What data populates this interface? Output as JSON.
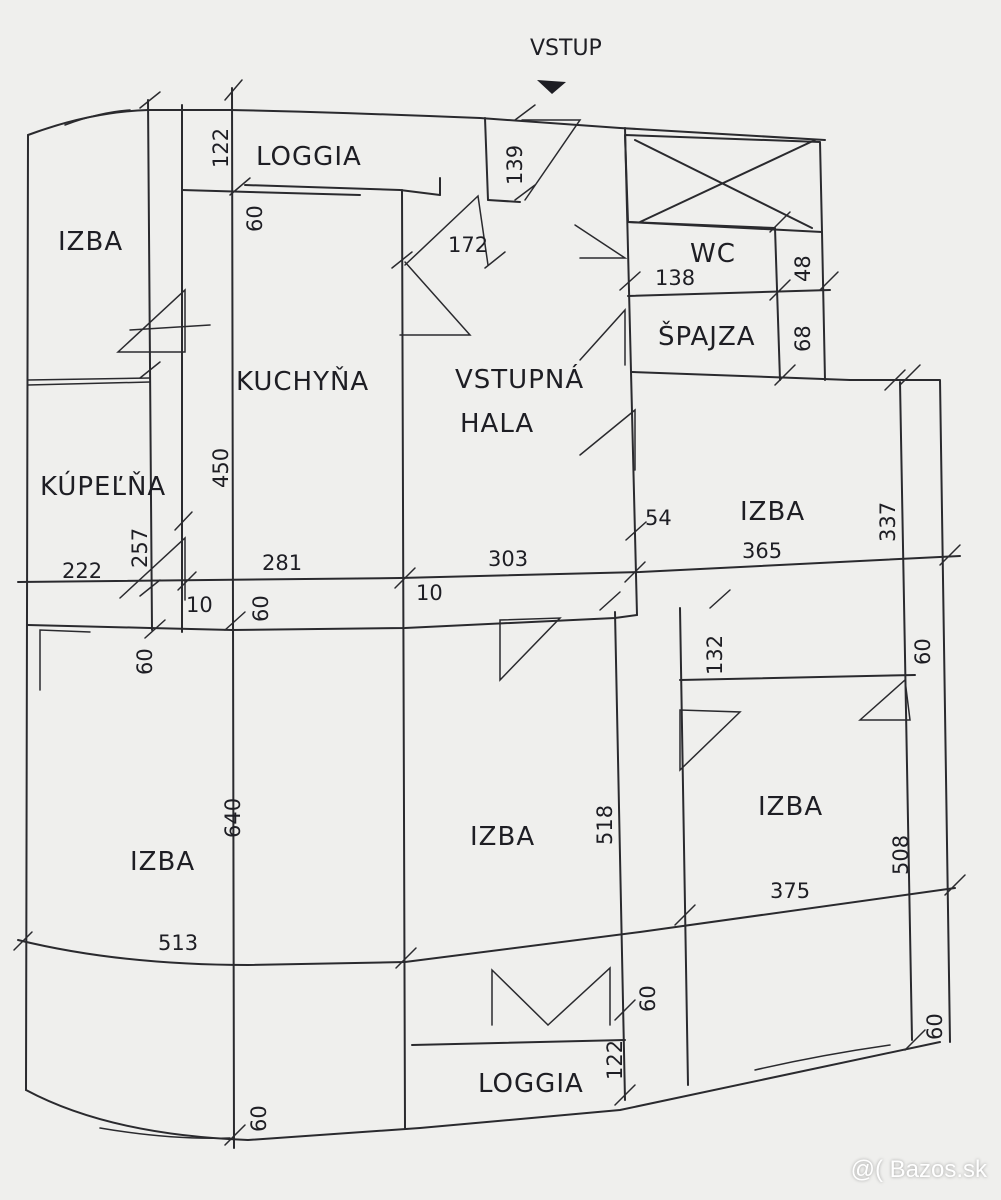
{
  "plan": {
    "entrance": "VSTUP",
    "rooms": {
      "loggia_top": "LOGGIA",
      "izba_top_left": "IZBA",
      "kuchyna": "KUCHYŇA",
      "vstupna_hala_line1": "VSTUPNÁ",
      "vstupna_hala_line2": "HALA",
      "wc": "WC",
      "spajza": "ŠPAJZA",
      "kupelna": "KÚPEĽŇA",
      "izba_right_mid": "IZBA",
      "izba_bottom_left": "IZBA",
      "izba_bottom_center": "IZBA",
      "izba_bottom_right": "IZBA",
      "loggia_bottom": "LOGGIA"
    },
    "dimensions": {
      "d122_top": "122",
      "d60_top": "60",
      "d139": "139",
      "d172": "172",
      "d138": "138",
      "d48": "48",
      "d68": "68",
      "d450": "450",
      "d257": "257",
      "d222": "222",
      "d281": "281",
      "d303": "303",
      "d365": "365",
      "d337": "337",
      "d54": "54",
      "d10_left": "10",
      "d60_mid": "60",
      "d10_mid": "10",
      "d60_left": "60",
      "d132": "132",
      "d60_right": "60",
      "d640": "640",
      "d518": "518",
      "d508": "508",
      "d375": "375",
      "d513": "513",
      "d60_bottom_center": "60",
      "d122_bottom": "122",
      "d60_bottom_right": "60",
      "d60_bottom_left": "60"
    }
  },
  "watermark": "@( Bazos.sk"
}
